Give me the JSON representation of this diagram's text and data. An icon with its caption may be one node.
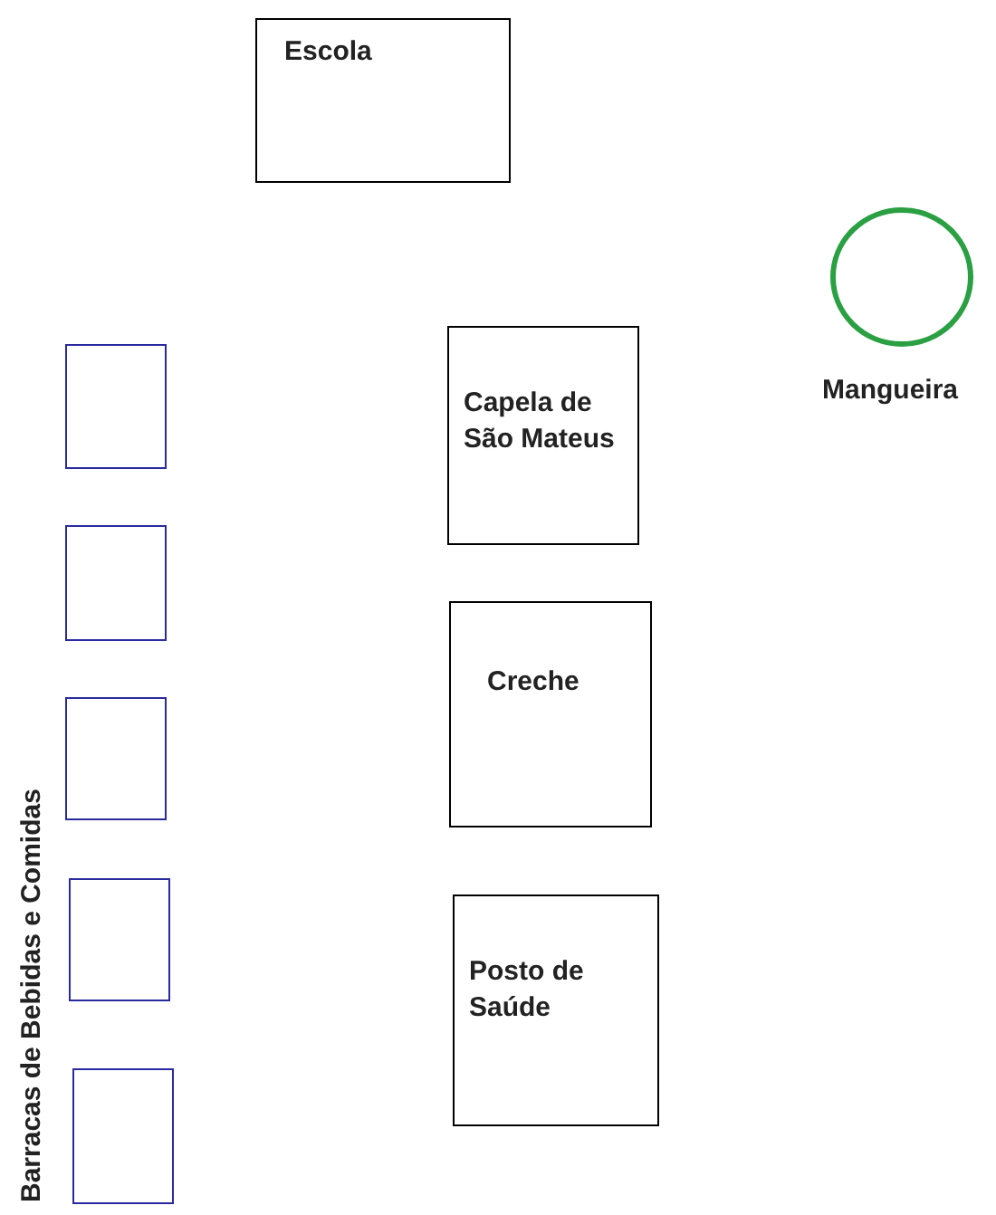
{
  "diagram": {
    "nodes": [
      {
        "text": [
          "Escola"
        ]
      },
      {
        "text": [
          "Mangueira"
        ]
      },
      {
        "text": [
          "Capela de São Mateus"
        ]
      },
      {
        "text": [
          "Creche"
        ]
      },
      {
        "text": [
          "Posto de Saúde"
        ]
      },
      {
        "text": [],
        "shape": "box"
      },
      {
        "text": [],
        "shape": "box"
      },
      {
        "text": [],
        "shape": "box"
      },
      {
        "text": [],
        "shape": "box"
      },
      {
        "text": [],
        "shape": "box"
      }
    ],
    "edges": [],
    "labels": [
      "Barracas de Bebidas e Comidas"
    ]
  }
}
